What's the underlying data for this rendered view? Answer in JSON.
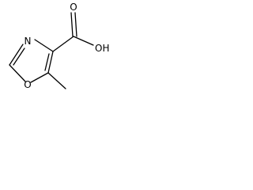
{
  "molecule": {
    "atoms": {
      "carbonyl_oxygen": "O",
      "hydroxyl": "OH",
      "ring_nitrogen": "N",
      "ring_oxygen": "O"
    }
  }
}
